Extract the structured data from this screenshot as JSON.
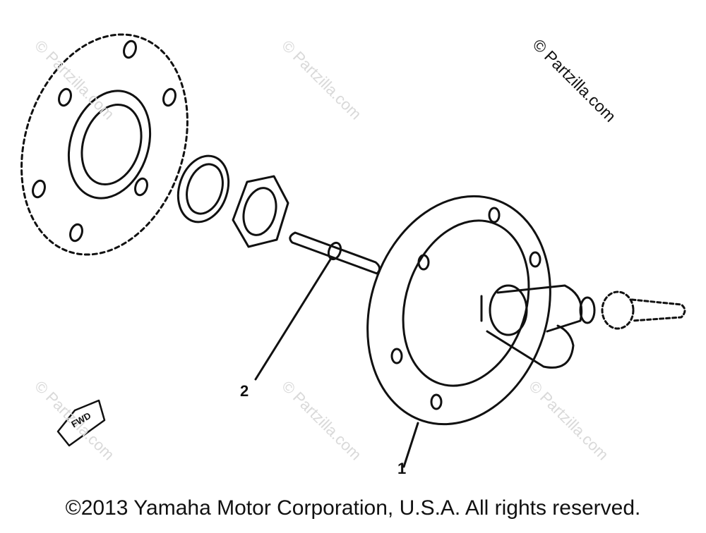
{
  "watermark": {
    "text": "© Partzilla.com"
  },
  "callouts": {
    "part1": "1",
    "part2": "2"
  },
  "fwd_label": "FWD",
  "footer": {
    "copyright": "©2013 Yamaha Motor Corporation, U.S.A. All rights reserved."
  },
  "colors": {
    "line": "#111111",
    "watermark": "#d9d9d9",
    "background": "#ffffff"
  }
}
